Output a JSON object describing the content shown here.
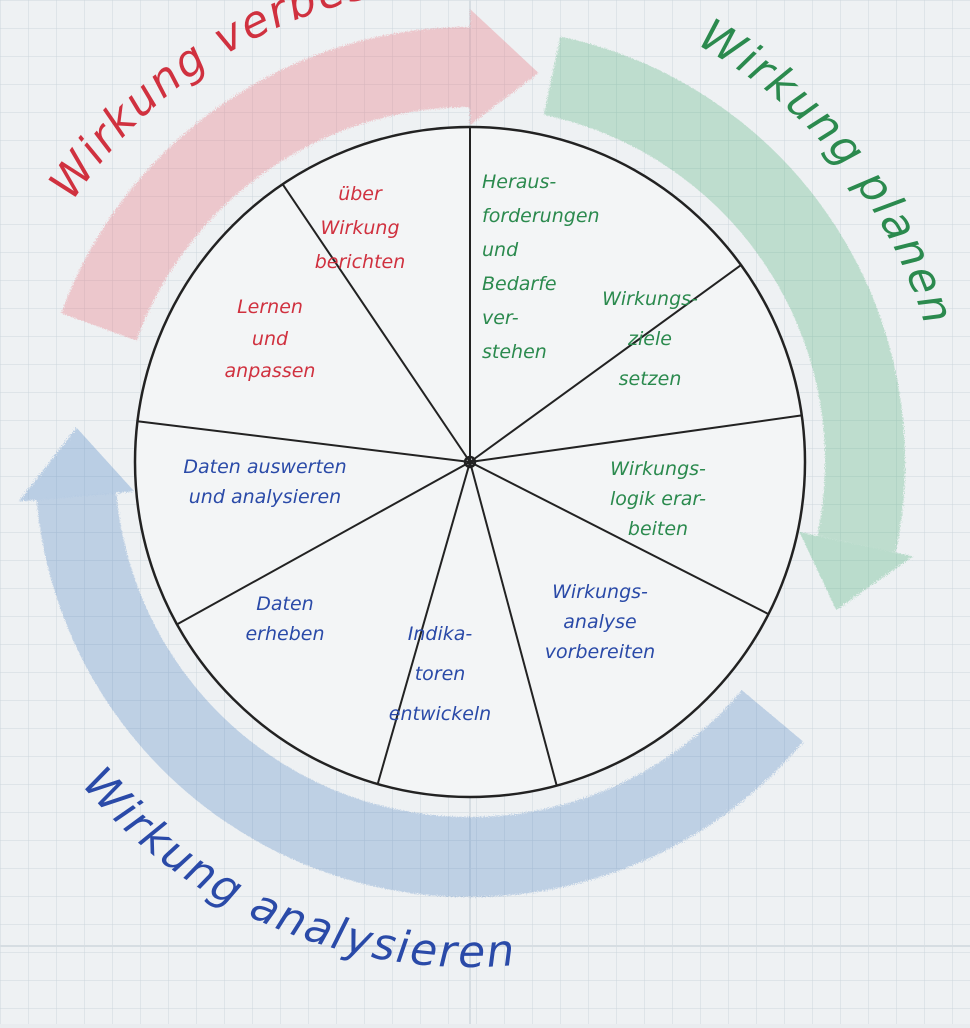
{
  "colors": {
    "red": "#d0313f",
    "green": "#2b8a4e",
    "blue": "#2a4aa8",
    "red_wash": "#e8707a",
    "green_wash": "#4fb07a",
    "blue_wash": "#4f86c4",
    "paper": "#eef1f3",
    "grid": "#cdd6dd",
    "ink": "#222222"
  },
  "titles": {
    "improve": "Wirkung verbessern",
    "plan": "Wirkung planen",
    "analyze": "Wirkung analysieren"
  },
  "segments": [
    {
      "lines": [
        "Heraus-",
        "forderungen",
        "und",
        "Bedarfe",
        "ver-",
        "stehen"
      ]
    },
    {
      "lines": [
        "Wirkungs-",
        "ziele",
        "setzen"
      ]
    },
    {
      "lines": [
        "Wirkungs-",
        "logik erar-",
        "beiten"
      ]
    },
    {
      "lines": [
        "Wirkungs-",
        "analyse",
        "vorbereiten"
      ]
    },
    {
      "lines": [
        "Indika-",
        "toren",
        "entwickeln"
      ]
    },
    {
      "lines": [
        "Daten",
        "erheben"
      ]
    },
    {
      "lines": [
        "Daten auswerten",
        "und analysieren"
      ]
    },
    {
      "lines": [
        "Lernen",
        "und",
        "anpassen"
      ]
    },
    {
      "lines": [
        "über",
        "Wirkung",
        "berichten"
      ]
    }
  ]
}
